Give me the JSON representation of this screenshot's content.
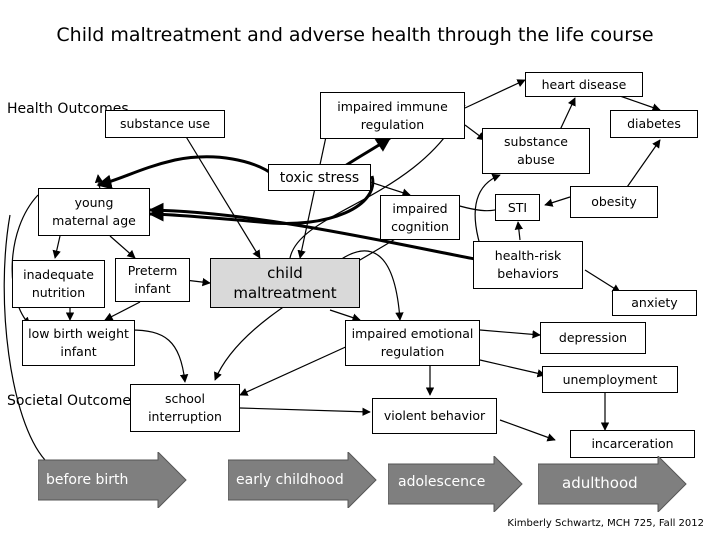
{
  "title": "Child maltreatment and adverse health through the life course",
  "labels": {
    "health_outcomes": "Health\nOutcomes",
    "societal_outcomes": "Societal\nOutcomes"
  },
  "nodes": {
    "heart_disease": "heart disease",
    "impaired_immune": "impaired immune\nregulation",
    "substance_use": "substance use",
    "diabetes": "diabetes",
    "substance_abuse": "substance\nabuse",
    "toxic_stress": "toxic stress",
    "young_maternal_age": "young\nmaternal age",
    "impaired_cognition": "impaired\ncognition",
    "sti": "STI",
    "obesity": "obesity",
    "inadequate_nutrition": "inadequate\nnutrition",
    "preterm_infant": "Preterm\ninfant",
    "child_maltreatment": "child\nmaltreatment",
    "health_risk": "health-risk\nbehaviors",
    "anxiety": "anxiety",
    "low_birth_weight": "low birth weight\ninfant",
    "impaired_emotional": "impaired emotional\nregulation",
    "depression": "depression",
    "unemployment": "unemployment",
    "school_interruption": "school\ninterruption",
    "violent_behavior": "violent behavior",
    "incarceration": "incarceration"
  },
  "timeline": [
    "before birth",
    "early childhood",
    "adolescence",
    "adulthood"
  ],
  "colors": {
    "timeline_arrow": "#7f7f7f",
    "central_node": "#d9d9d9"
  },
  "credit": "Kimberly Schwartz, MCH 725, Fall 2012"
}
